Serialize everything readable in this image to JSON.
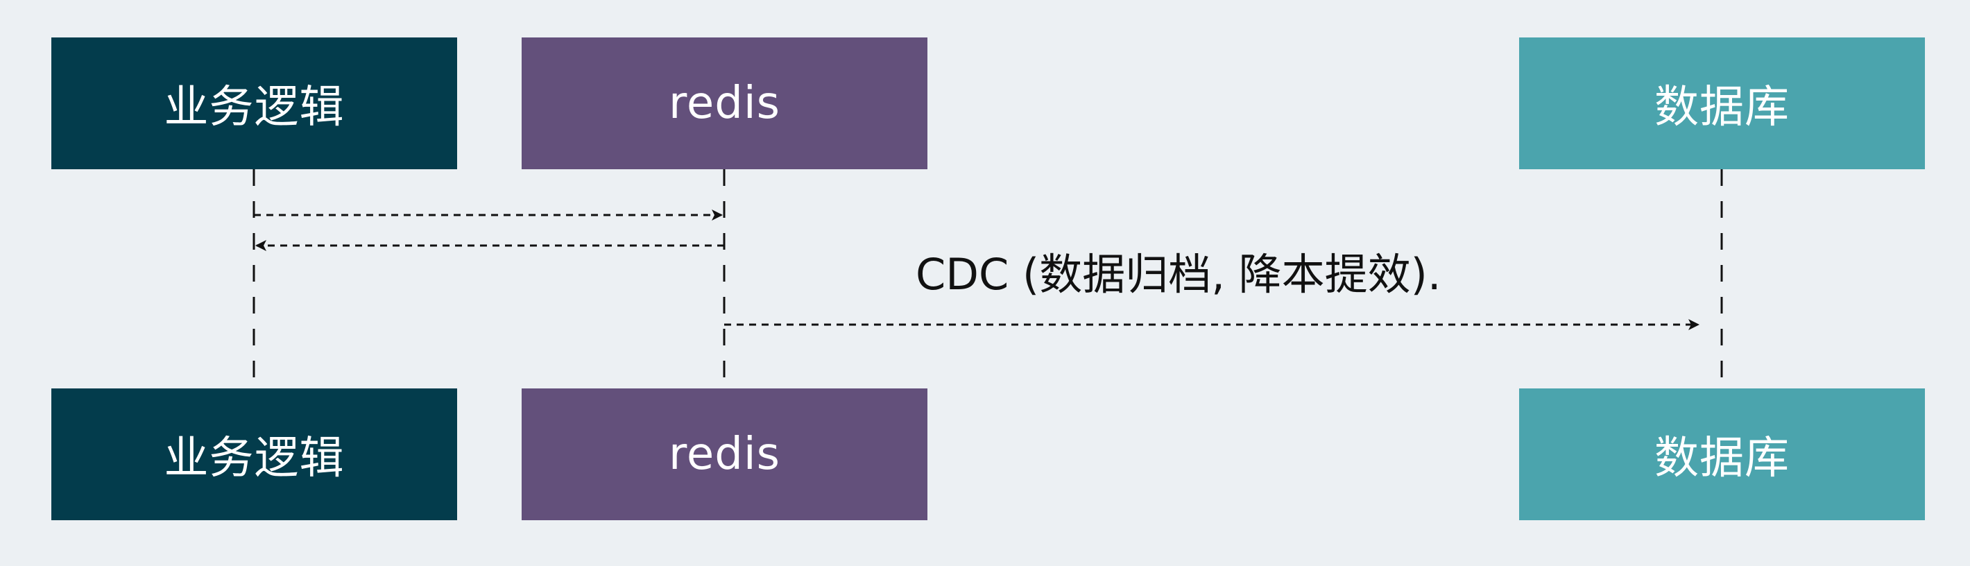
{
  "colors": {
    "background": "#ecf0f3",
    "business": "#033c4c",
    "redis": "#63507b",
    "database": "#4ba4ad",
    "line": "#111111"
  },
  "participants": [
    {
      "name": "业务逻辑"
    },
    {
      "name": "redis"
    },
    {
      "name": "数据库"
    }
  ],
  "messages": [
    {
      "label": "CDC (数据归档, 降本提效)."
    }
  ]
}
